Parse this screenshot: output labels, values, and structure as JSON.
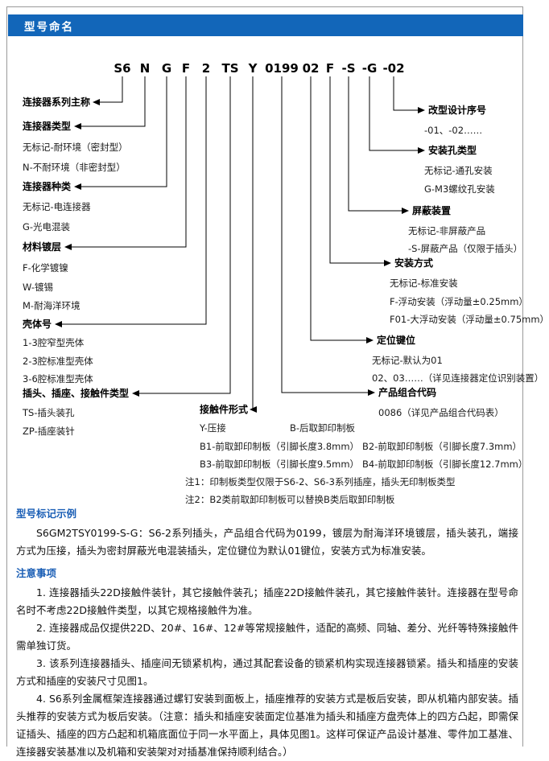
{
  "colors": {
    "header_bar": "#1266b9",
    "heading": "#1a5eb5",
    "line": "#000000"
  },
  "header": {
    "title": "型号命名"
  },
  "model": {
    "segments": [
      "S6",
      "N",
      "G",
      "F",
      "2",
      "TS",
      "Y",
      "0199",
      "02",
      "F",
      "-S",
      "-G",
      "-02"
    ]
  },
  "left": {
    "series": {
      "title": "连接器系列主称"
    },
    "ctype": {
      "title": "连接器类型",
      "i1": "无标记-耐环境（密封型）",
      "i2": "N-不耐环境（非密封型）"
    },
    "ckind": {
      "title": "连接器种类",
      "i1": "无标记-电连接器",
      "i2": "G-光电混装"
    },
    "plating": {
      "title": "材料镀层",
      "i1": "F-化学镀镍",
      "i2": "W-镀锡",
      "i3": "M-耐海洋环境"
    },
    "shell": {
      "title": "壳体号",
      "i1": "1-3腔窄型壳体",
      "i2": "2-3腔标准型壳体",
      "i3": "3-6腔标准型壳体"
    },
    "ptype": {
      "title": "插头、插座、接触件类型",
      "i1": "TS-插头装孔",
      "i2": "ZP-插座装针"
    }
  },
  "contact": {
    "title": "接触件形式",
    "y": "Y-压接",
    "b": "B-后取卸印制板",
    "b1": "B1-前取卸印制板（引脚长度3.8mm）",
    "b2": "B2-前取卸印制板（引脚长度7.3mm）",
    "b3": "B3-前取卸印制板（引脚长度9.5mm）",
    "b4": "B4-前取卸印制板（引脚长度12.7mm）",
    "note1": "注1：印制板类型仅限于S6-2、S6-3系列插座，插头无印制板类型",
    "note2": "注2：B2类前取卸印制板可以替换B类后取卸印制板"
  },
  "right": {
    "redesign": {
      "title": "改型设计序号",
      "i1": "-01、-02……"
    },
    "hole": {
      "title": "安装孔类型",
      "i1": "无标记-通孔安装",
      "i2": "G-M3螺纹孔安装"
    },
    "shield": {
      "title": "屏蔽装置",
      "i1": "无标记-非屏蔽产品",
      "i2": "-S-屏蔽产品（仅限于插头）"
    },
    "mount": {
      "title": "安装方式",
      "i1": "无标记-标准安装",
      "i2": "F-浮动安装（浮动量±0.25mm）",
      "i3": "F01-大浮动安装（浮动量±0.75mm）"
    },
    "keypos": {
      "title": "定位键位",
      "i1": "无标记-默认为01",
      "i2": "02、03……（详见连接器定位识别装置）"
    },
    "combo": {
      "title": "产品组合代码",
      "i1": "0086（详见产品组合代码表）"
    }
  },
  "example": {
    "heading": "型号标记示例",
    "body": "S6GM2TSY0199-S-G：S6-2系列插头，产品组合代码为0199，镀层为耐海洋环境镀层，插头装孔，端接方式为压接，插头为密封屏蔽光电混装插头，定位键位为默认01键位，安装方式为标准安装。"
  },
  "notes": {
    "heading": "注意事项",
    "items": [
      "1. 连接器插头22D接触件装针，其它接触件装孔；插座22D接触件装孔，其它接触件装针。连接器在型号命名时不考虑22D接触件类型，以其它规格接触件为准。",
      "2. 连接器成品仅提供22D、20#、16#、12#等常规接触件，适配的高频、同轴、差分、光纤等特殊接触件需单独订货。",
      "3. 该系列连接器插头、插座间无锁紧机构，通过其配套设备的锁紧机构实现连接器锁紧。插头和插座的安装方式和插座的安装尺寸见图1。",
      "4. S6系列金属框架连接器通过螺钉安装到面板上，插座推荐的安装方式是板后安装，即从机箱内部安装。插头推荐的安装方式为板后安装。（注意：插头和插座安装面定位基准为插头和插座方盘壳体上的四方凸起，即需保证插头、插座的四方凸起和机箱底面位于同一水平面上，具体见图1。这样可保证产品设计基准、零件加工基准、连接器安装基准以及机箱和安装架对对插基准保持顺利结合。）"
    ]
  }
}
